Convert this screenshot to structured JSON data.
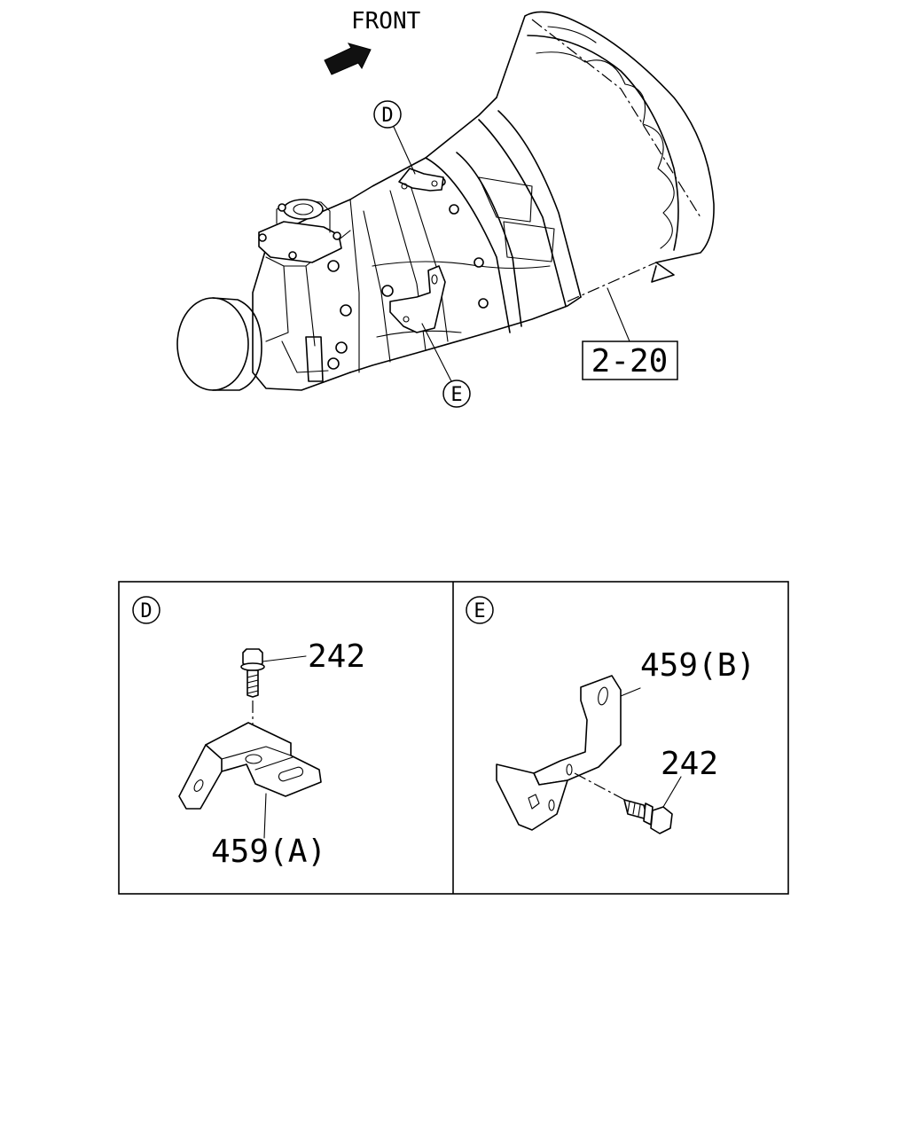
{
  "diagram": {
    "front_label": "FRONT",
    "ref_box_label": "2-20",
    "callouts": {
      "d": "D",
      "e": "E"
    },
    "panel_d": {
      "tag": "D",
      "bolt_label": "242",
      "bracket_label": "459(A)"
    },
    "panel_e": {
      "tag": "E",
      "bracket_label": "459(B)",
      "bolt_label": "242"
    }
  }
}
